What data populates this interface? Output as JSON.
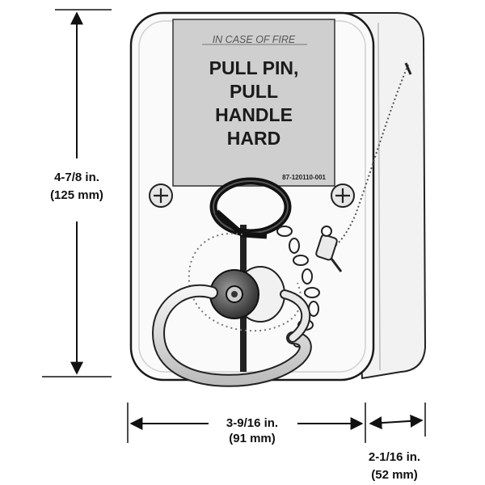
{
  "label": {
    "heading": "IN CASE OF FIRE",
    "line1": "PULL PIN,",
    "line2": "PULL",
    "line3": "HANDLE",
    "line4": "HARD",
    "part_number": "87-120110-001"
  },
  "dimensions": {
    "height_in": "4-7/8 in.",
    "height_mm": "(125 mm)",
    "width_in": "3-9/16 in.",
    "width_mm": "(91 mm)",
    "depth_in": "2-1/16 in.",
    "depth_mm": "(52 mm)"
  }
}
